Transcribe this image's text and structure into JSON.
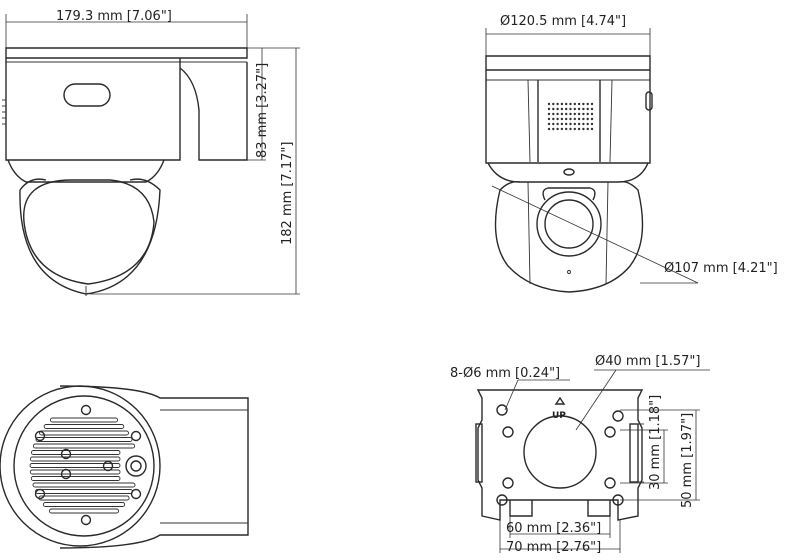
{
  "dimensions": {
    "front_width": "179.3 mm [7.06\"]",
    "housing_height": "83 mm [3.27\"]",
    "total_height": "182 mm [7.17\"]",
    "housing_diameter": "Ø120.5 mm [4.74\"]",
    "dome_diameter": "Ø107 mm [4.21\"]",
    "screw_holes": "8-Ø6 mm [0.24\"]",
    "center_hole": "Ø40 mm [1.57\"]",
    "hole_spacing_h_inner": "60 mm [2.36\"]",
    "hole_spacing_h_outer": "70 mm [2.76\"]",
    "hole_spacing_v_inner": "30 mm [1.18\"]",
    "hole_spacing_v_outer": "50 mm [1.97\"]"
  },
  "plate": {
    "up_label": "UP"
  },
  "colors": {
    "line": "#2a2a2a",
    "background": "#ffffff"
  }
}
